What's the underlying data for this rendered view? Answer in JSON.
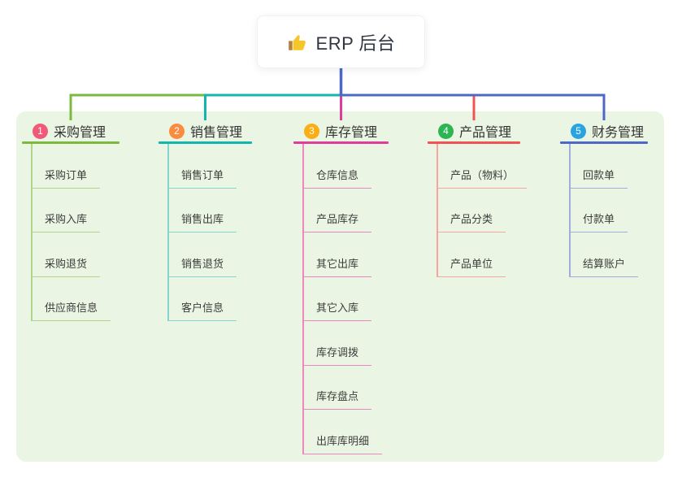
{
  "root": {
    "title": "ERP 后台",
    "icon": "thumbs-up-icon",
    "icon_color": "#F5C62A",
    "line_color": "#4E68C8"
  },
  "panel_color": "#EAF6E3",
  "branches": [
    {
      "index": "1",
      "label": "采购管理",
      "badge_color": "#F05A78",
      "line_color": "#7CBA3F",
      "child_line_color": "#AFD68A",
      "children": [
        "采购订单",
        "采购入库",
        "采购退货",
        "供应商信息"
      ]
    },
    {
      "index": "2",
      "label": "销售管理",
      "badge_color": "#FB8C3F",
      "line_color": "#14B6AB",
      "child_line_color": "#82D6CE",
      "children": [
        "销售订单",
        "销售出库",
        "销售退货",
        "客户信息"
      ]
    },
    {
      "index": "3",
      "label": "库存管理",
      "badge_color": "#FBAD15",
      "line_color": "#DF3D9A",
      "child_line_color": "#EE86C0",
      "children": [
        "仓库信息",
        "产品库存",
        "其它出库",
        "其它入库",
        "库存调拨",
        "库存盘点",
        "出库库明细"
      ]
    },
    {
      "index": "4",
      "label": "产品管理",
      "badge_color": "#2DB453",
      "line_color": "#F05352",
      "child_line_color": "#F7A4A3",
      "children": [
        "产品（物料）",
        "产品分类",
        "产品单位"
      ]
    },
    {
      "index": "5",
      "label": "财务管理",
      "badge_color": "#29A4E0",
      "line_color": "#4E68C8",
      "child_line_color": "#9FAEDC",
      "children": [
        "回款单",
        "付款单",
        "结算账户"
      ]
    }
  ]
}
